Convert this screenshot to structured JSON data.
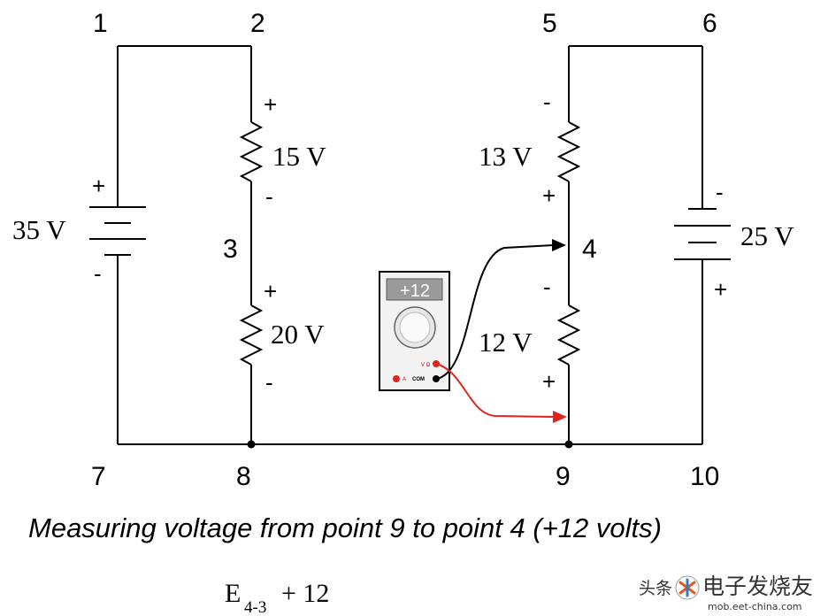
{
  "nodes": [
    "1",
    "2",
    "3",
    "4",
    "5",
    "6",
    "7",
    "8",
    "9",
    "10"
  ],
  "components": {
    "battery_left": {
      "voltage": "35 V",
      "plus": "+",
      "minus": "-"
    },
    "battery_right": {
      "voltage": "25 V",
      "plus": "+",
      "minus": "-"
    },
    "r_15": {
      "voltage": "15 V",
      "top": "+",
      "bottom": "-"
    },
    "r_20": {
      "voltage": "20 V",
      "top": "+",
      "bottom": "-"
    },
    "r_13": {
      "voltage": "13 V",
      "top": "-",
      "bottom": "+"
    },
    "r_12": {
      "voltage": "12 V",
      "top": "-",
      "bottom": "+"
    }
  },
  "meter": {
    "display": "+12",
    "com_label": "COM",
    "v_label": "V Ω",
    "a_label": "A"
  },
  "caption": "Measuring voltage from point 9 to point 4 (+12 volts)",
  "equation": {
    "letter": "E",
    "subscript": "4-3",
    "rest": "+ 12"
  },
  "watermark": {
    "left": "头条",
    "right": "电子发烧友",
    "domain": "mob.eet-china.com"
  },
  "colors": {
    "wire": "#000000",
    "probe_red": "#e0241c",
    "meter_body": "#f2f2f2",
    "meter_display": "#9a9a9a"
  }
}
